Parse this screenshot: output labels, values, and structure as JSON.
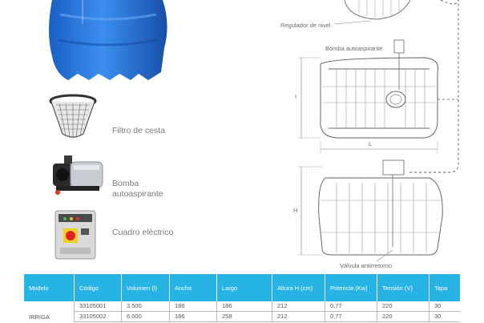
{
  "products": {
    "filter_label": "Filtro de cesta",
    "pump_label": "Bomba autoaspirante",
    "panel_label": "Cuadro eléctrico"
  },
  "diagram": {
    "level_regulator": "Regulador de nivel",
    "pump": "Bomba autoaspirante",
    "dim_l": "L",
    "dim_i": "I",
    "dim_h": "H",
    "check_valve": "Válvula antirretorno"
  },
  "table": {
    "headers": [
      "Modelo",
      "Código",
      "Volumen (l)",
      "Ancho",
      "Largo",
      "Altura H (cm)",
      "Potencia (Kw)",
      "Tensión (V)",
      "Tapa"
    ],
    "model": "IRRIGA",
    "rows": [
      [
        "33105001",
        "3.500",
        "186",
        "186",
        "212",
        "0,77",
        "220",
        "30"
      ],
      [
        "33105002",
        "6.000",
        "186",
        "258",
        "212",
        "0,77",
        "220",
        "30"
      ]
    ]
  },
  "colors": {
    "tank_blue": "#1f73d6",
    "header_cyan": "#27b4e4"
  }
}
